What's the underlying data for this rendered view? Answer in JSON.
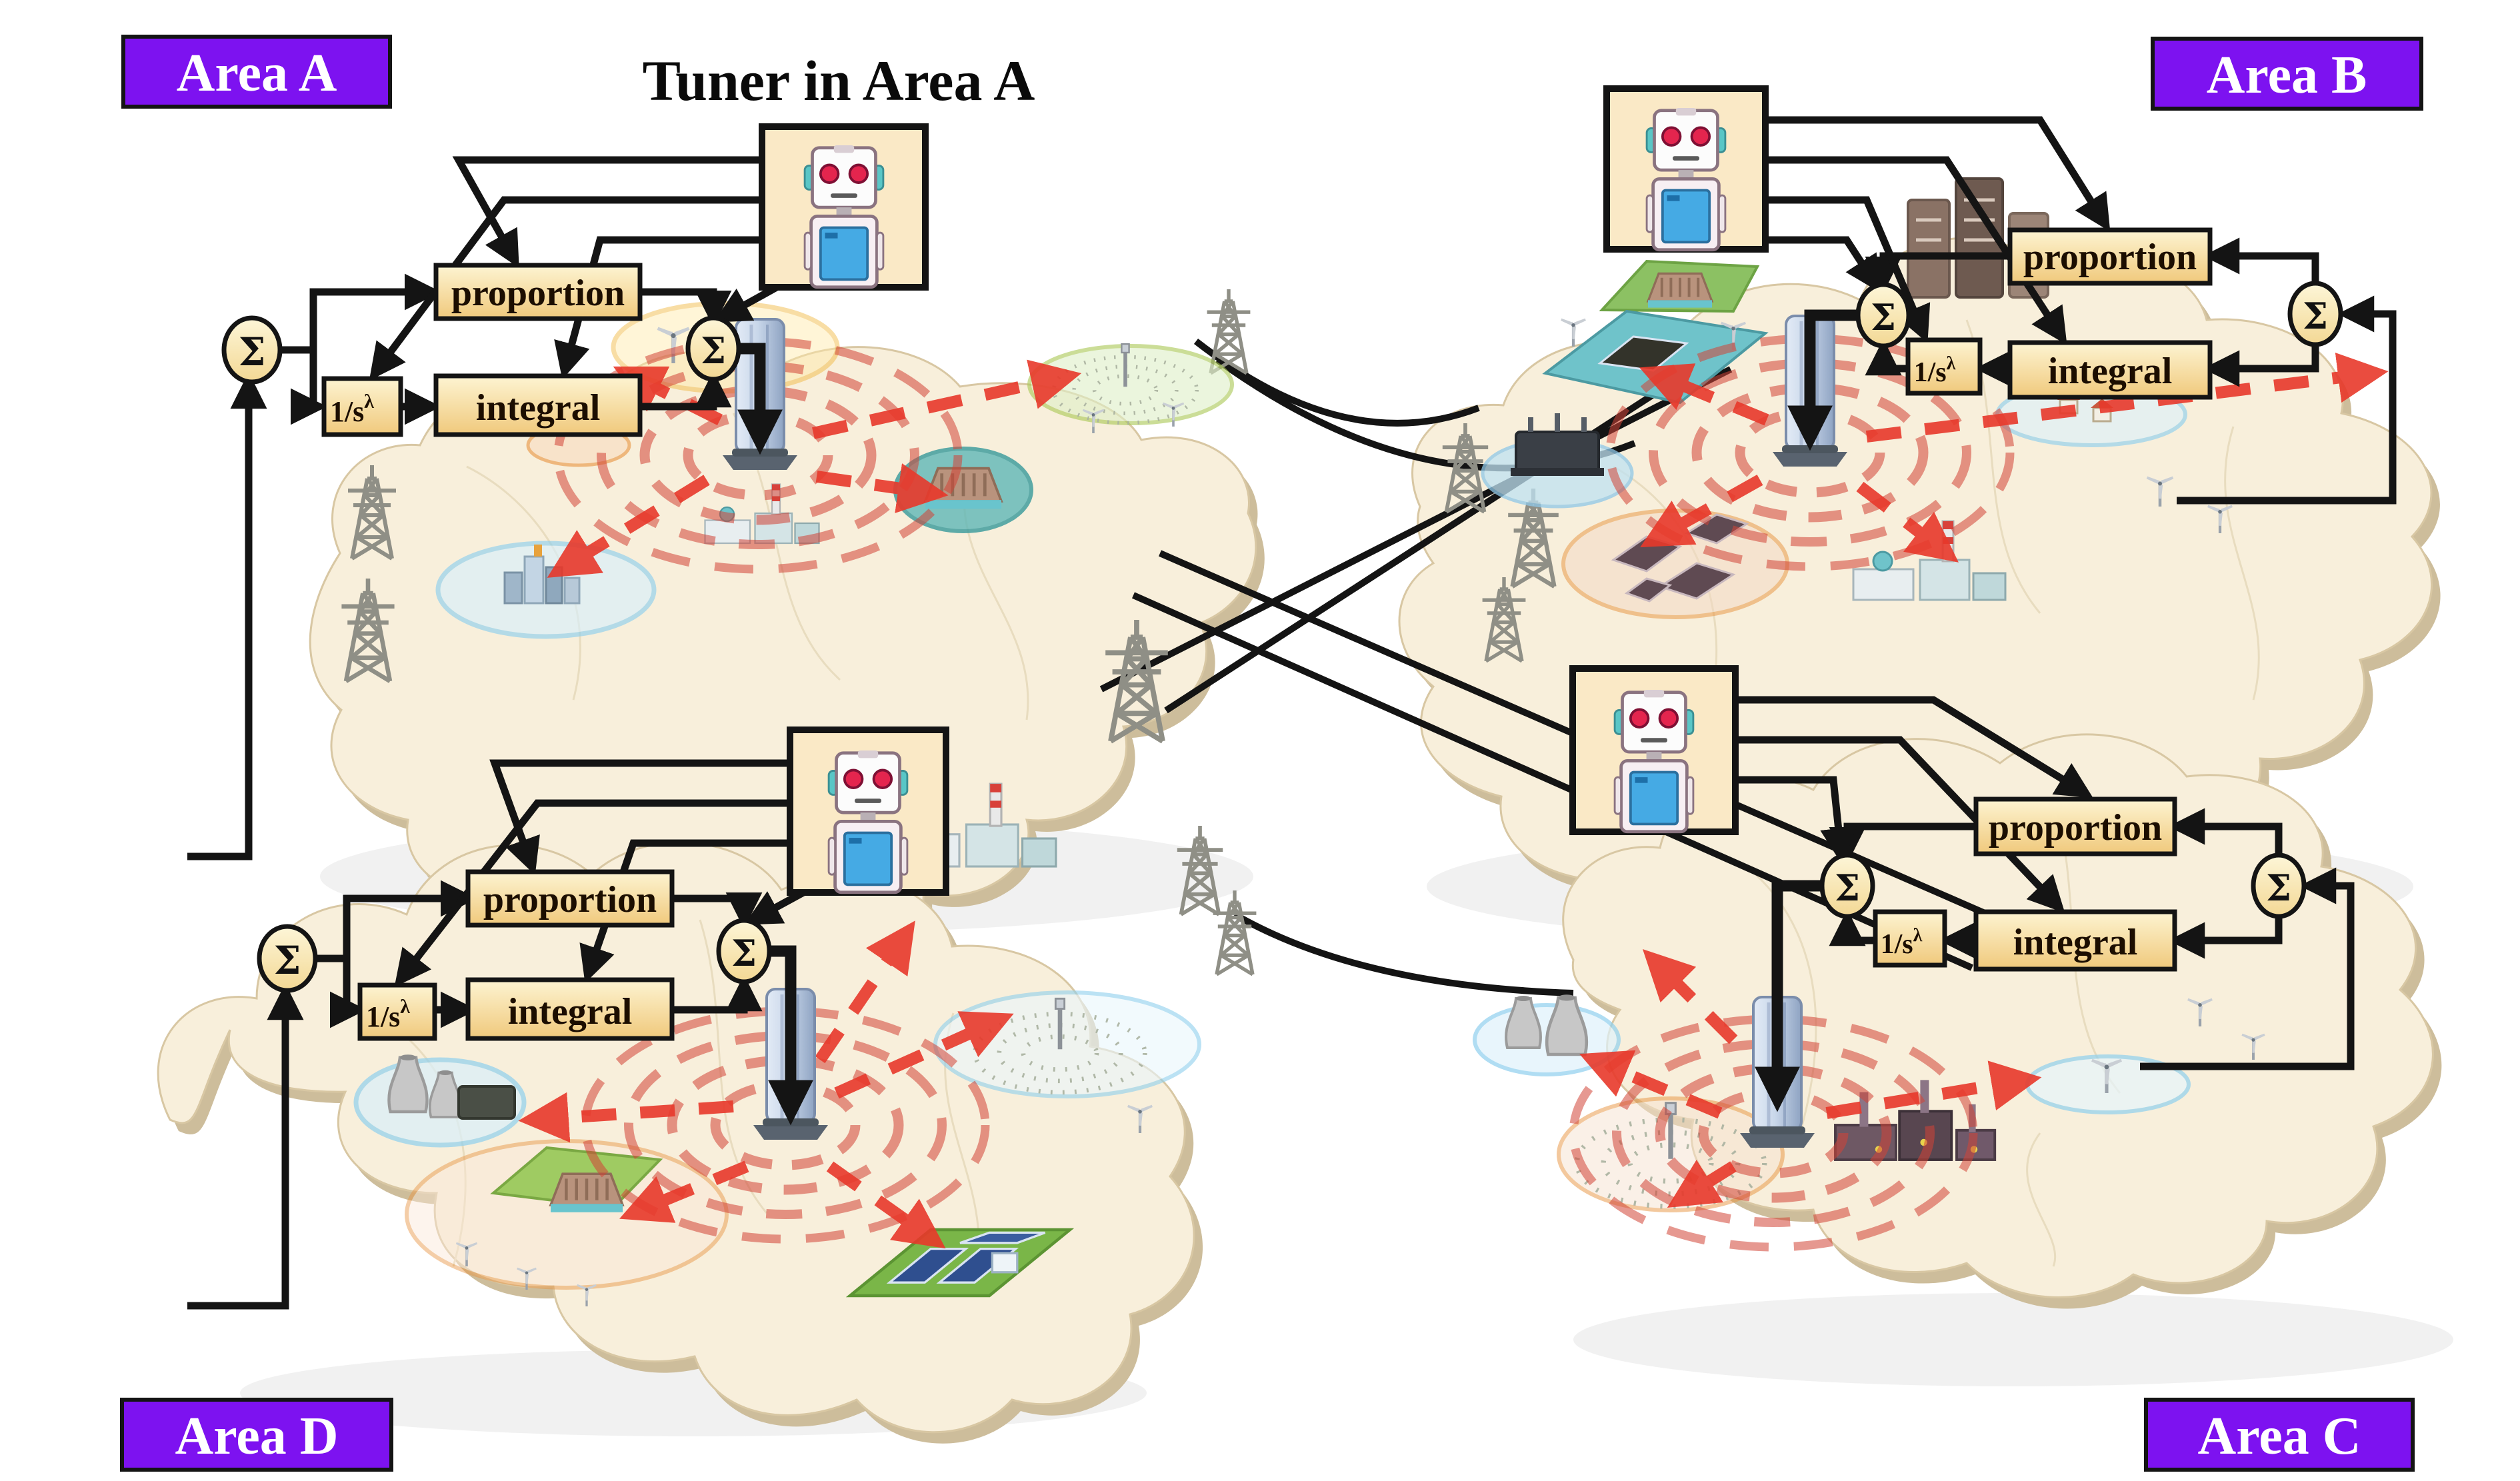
{
  "title": "Tuner in Area A",
  "areas": {
    "a": {
      "label": "Area A"
    },
    "b": {
      "label": "Area B"
    },
    "c": {
      "label": "Area C"
    },
    "d": {
      "label": "Area D"
    }
  },
  "controller": {
    "proportion": "proportion",
    "integral": "integral",
    "fractional_base": "1/s",
    "fractional_exp": "λ",
    "sum": "Σ"
  },
  "colors": {
    "area_label_bg": "#7d12f0",
    "area_label_text": "#ffffff",
    "block_fill_top": "#fdf4d2",
    "block_fill_bottom": "#f0c97c",
    "block_border": "#141414",
    "signal_black": "#141414",
    "signal_red": "#e8392b",
    "map_fill": "#f8efdb",
    "map_edge": "#cdbd9b",
    "robot_panel": "#fae9c6",
    "robot_screen": "#45aae4",
    "tower_body": "#c9d7ea"
  },
  "icons": {
    "tuner": "robot-tuner-icon",
    "sum_node": "sigma-sum-icon",
    "control_tower": "control-tower-icon",
    "pylon": "transmission-pylon-icon",
    "wind": "wind-turbine-icon",
    "hydro": "hydro-dam-icon",
    "nuclear": "cooling-towers-icon",
    "solar_pv": "solar-pv-farm-icon",
    "solar_csp": "csp-plant-icon",
    "city": "city-load-icon",
    "substation": "substation-icon",
    "thermal": "thermal-plant-icon",
    "refinery": "refinery-icon"
  }
}
